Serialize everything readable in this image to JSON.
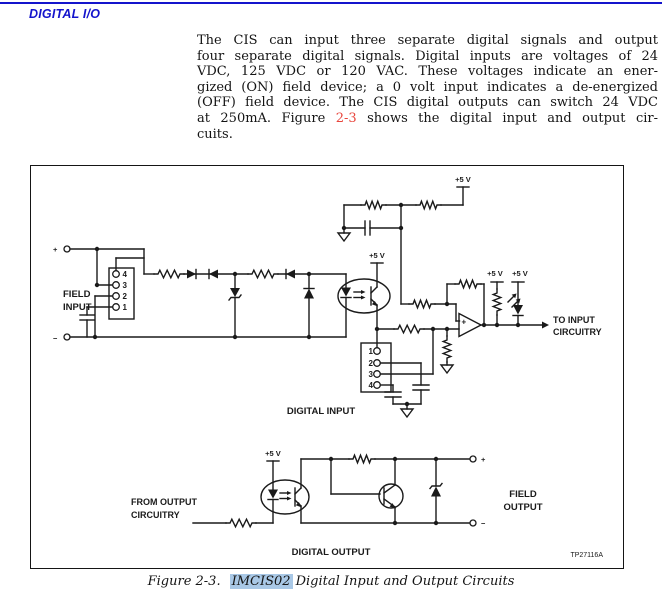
{
  "header": {
    "title": "DIGITAL I/O"
  },
  "paragraph": {
    "line1": "The CIS can input three separate digital signals and output",
    "line2": "four separate digital signals. Digital inputs are voltages of 24",
    "line3": "VDC, 125 VDC or 120 VAC. These voltages indicate an ener-",
    "line4": "gized (ON) field device; a 0 volt input indicates a de-energized",
    "line5": "(OFF) field device. The CIS digital outputs can switch 24 VDC",
    "line6_pre": "at 250mA. Figure ",
    "line6_link": "2-3",
    "line6_post": " shows the digital input and output cir-",
    "line7": "cuits."
  },
  "figure": {
    "caption_prefix": "Figure 2-3.",
    "caption_subject": "IMCIS02",
    "caption_suffix": "Digital Input and Output Circuits",
    "part_number": "TP27116A",
    "labels": {
      "plus5": "+5 V",
      "plus": "+",
      "minus": "−",
      "field_input1": "FIELD",
      "field_input2": "INPUT",
      "to_input1": "TO INPUT",
      "to_input2": "CIRCUITRY",
      "digital_input": "DIGITAL INPUT",
      "from_output1": "FROM OUTPUT",
      "from_output2": "CIRCUITRY",
      "field_output1": "FIELD",
      "field_output2": "OUTPUT",
      "digital_output": "DIGITAL OUTPUT",
      "opamp_plus": "+"
    },
    "connector1_pins": [
      "4",
      "3",
      "2",
      "1"
    ],
    "connector2_pins": [
      "1",
      "2",
      "3",
      "4"
    ]
  },
  "colors": {
    "header_blue": "#1414cc",
    "link_red": "#e8453c",
    "highlight_blue": "#a9c8e6"
  }
}
